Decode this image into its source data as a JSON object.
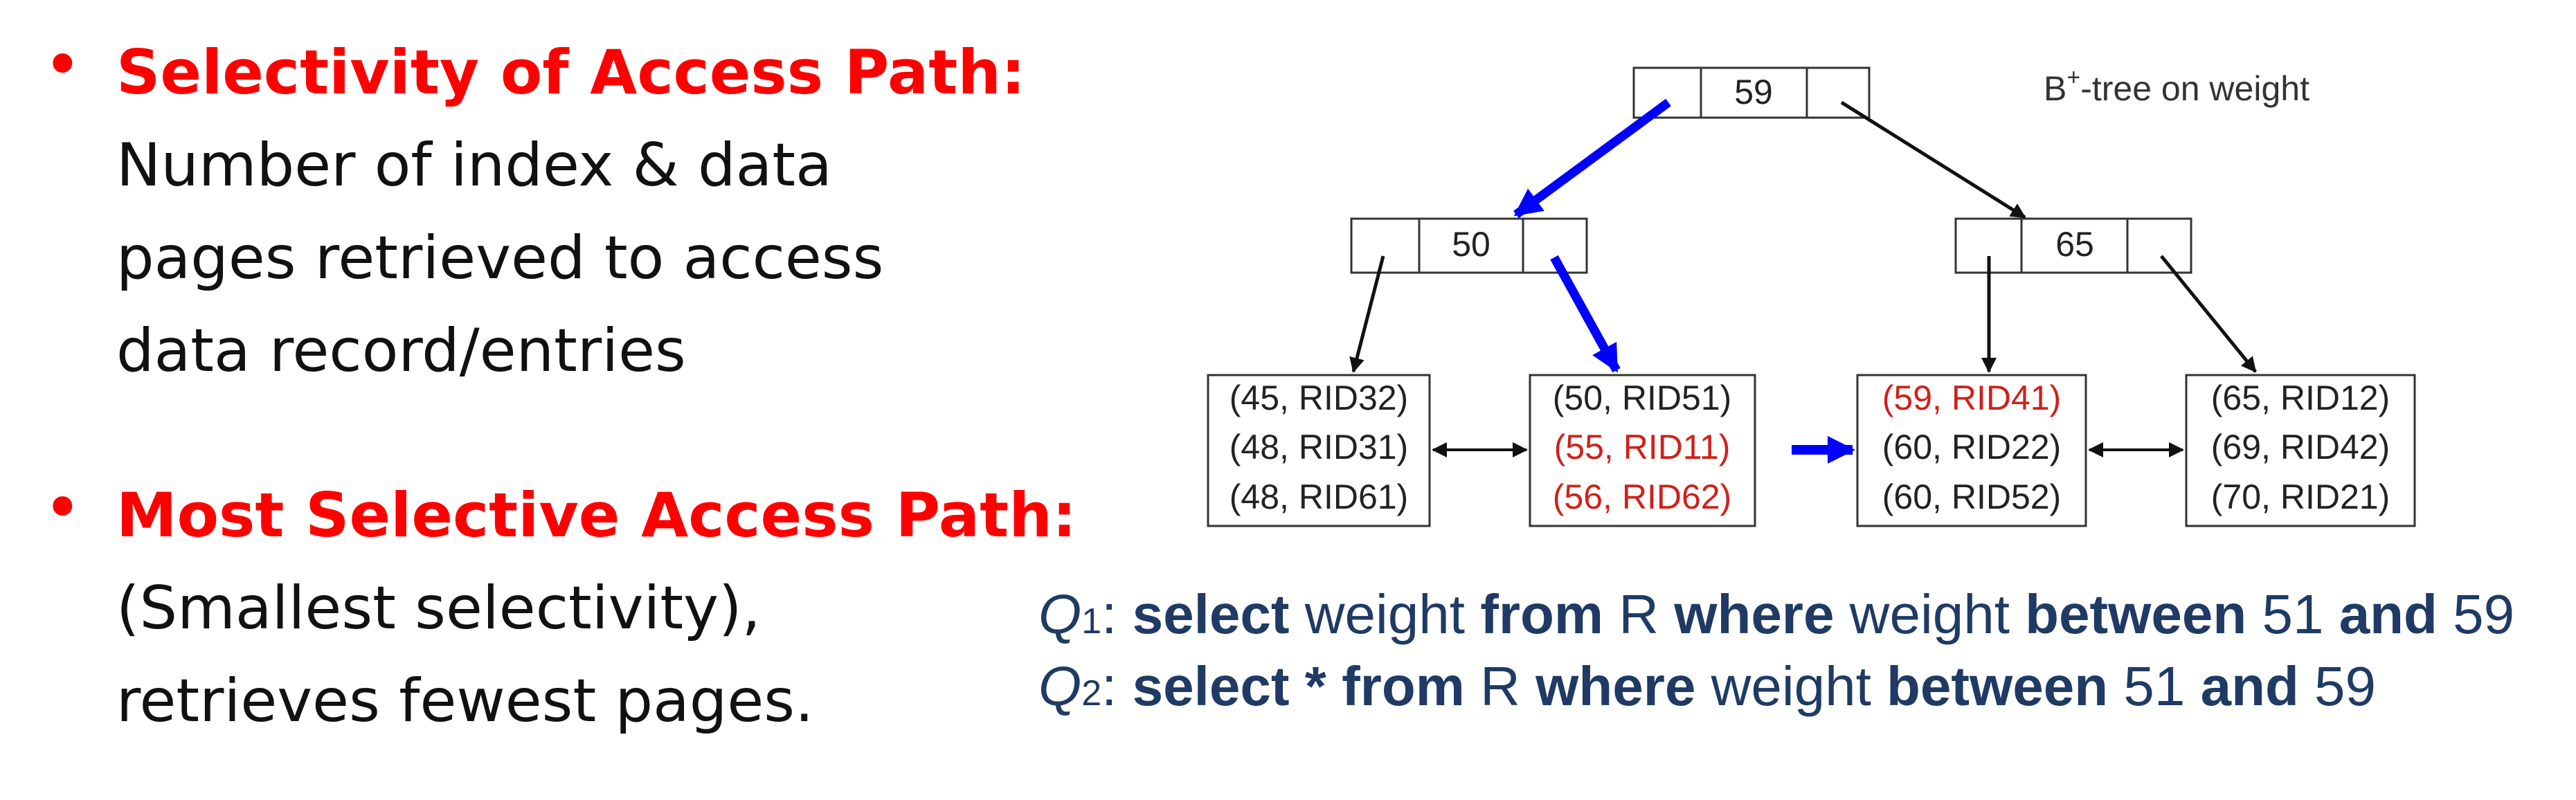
{
  "bullets": [
    {
      "heading": "Selectivity of Access Path:",
      "lines": [
        "Number of index & data",
        "pages retrieved to access",
        "data record/entries"
      ]
    },
    {
      "heading": "Most Selective Access Path:",
      "lines": [
        "(Smallest selectivity),",
        "retrieves fewest pages."
      ]
    }
  ],
  "tree": {
    "caption_base": "B",
    "caption_sup": "+",
    "caption_rest": "-tree  on weight",
    "root_key": "59",
    "inner_keys": [
      "50",
      "65"
    ],
    "leaves": [
      [
        "(45, RID32)",
        "(48, RID31)",
        "(48, RID61)"
      ],
      [
        "(50, RID51)",
        "(55, RID11)",
        "(56, RID62)"
      ],
      [
        "(59, RID41)",
        "(60, RID22)",
        "(60, RID52)"
      ],
      [
        "(65, RID12)",
        "(69, RID42)",
        "(70, RID21)"
      ]
    ],
    "colors": {
      "highlight": "#d0201a",
      "normal": "#222222",
      "path": "#0000ff"
    }
  },
  "queries": {
    "q1": {
      "label": "Q",
      "sub": "1",
      "colon": ":",
      "select": "select",
      "target": "weight",
      "from": "from",
      "table": "R",
      "where": "where",
      "col": "weight",
      "between": "between",
      "lo": "51",
      "and": "and",
      "hi": "59"
    },
    "q2": {
      "label": "Q",
      "sub": "2",
      "colon": ":",
      "select": "select",
      "target": "*",
      "from": "from",
      "table": "R",
      "where": "where",
      "col": "weight",
      "between": "between",
      "lo": "51",
      "and": "and",
      "hi": "59"
    }
  }
}
